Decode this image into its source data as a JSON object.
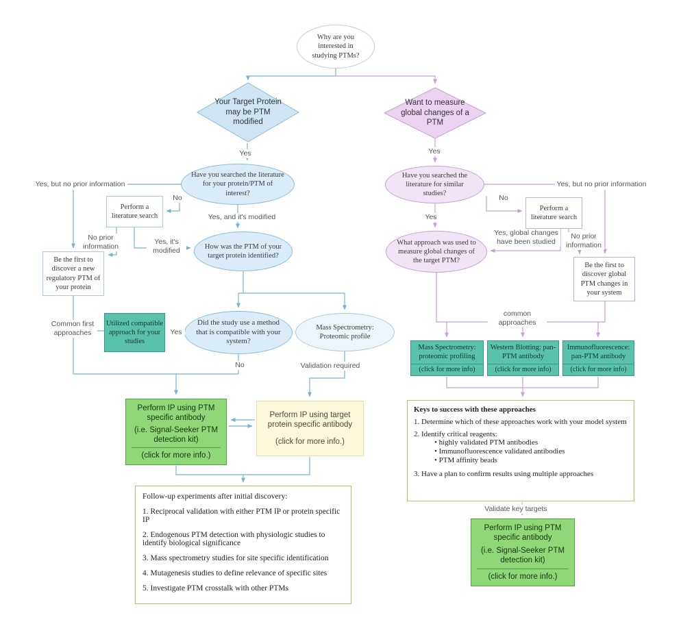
{
  "palette": {
    "line-blue": "#74b2d8",
    "line-purple": "#c89fd8",
    "fill-blue": "#d9ecf8",
    "stroke-blue": "#87bcdc",
    "fill-diamond-blue": "#cfe5f4",
    "fill-purple": "#f2e4f7",
    "stroke-purple": "#c79fd6",
    "fill-diamond-purple": "#e9d3f0",
    "fill-ms": "#eef5fa",
    "stroke-ms": "#a8c6da",
    "teal-fill": "#5ac1aa",
    "teal-stroke": "#2f9a8c",
    "green-fill": "#90d877",
    "green-stroke": "#48a43f",
    "yellow-fill": "#fbf8da",
    "yellow-stroke": "#e4dfa4",
    "olive": "#b8bd6f"
  },
  "root_question": "Why are you interested in studying PTMs?",
  "labels": {
    "yes": "Yes",
    "no": "No",
    "yes_no_prior": "Yes, but no prior information",
    "yes_and_modified": "Yes, and it's modified",
    "no_prior": "No prior information",
    "yes_its_modified": "Yes, it's modified",
    "common_first": "Common first approaches",
    "validation_required": "Validation required",
    "yes_global": "Yes, global changes have been studied",
    "common_approaches": "common approaches",
    "validate_key_targets": "Validate key targets"
  },
  "shared": {
    "literature_search": "Perform a literature search"
  },
  "left_branch": {
    "diamond": "Your Target Protein may be PTM modified",
    "q_literature": "Have you searched the literature for your protein/PTM of interest?",
    "q_identified": "How was the PTM of your target protein identified?",
    "q_compatible": "Did the study use a method that is compatible with your system?",
    "be_first": "Be the first to discover a new regulatory PTM of your protein",
    "utilized": "Utilized compatible approach for your studies",
    "ms_profile": "Mass Spectrometry: Proteomic profile",
    "green_ip": {
      "line1": "Perform IP using PTM specific antibody",
      "line2": "(i.e. Signal-Seeker PTM detection kit)",
      "line3": "(click for more info.)"
    },
    "yellow_ip": {
      "line1": "Perform IP using target protein specific antibody",
      "line2": "(click for more info.)"
    },
    "followup": {
      "title": "Follow-up experiments after initial discovery:",
      "items": [
        "1. Reciprocal validation with either PTM IP or protein specific IP",
        "2. Endogenous PTM detection with physiologic studies to identify biological significance",
        "3. Mass spectrometry studies for site specific identification",
        "4. Mutagenesis studies to define relevance of specific sites",
        "5. Investigate PTM crosstalk with other PTMs"
      ]
    }
  },
  "right_branch": {
    "diamond": "Want to measure global changes of a PTM",
    "q_literature": "Have you searched the literature for similar studies?",
    "q_approach": "What approach was used to measure global changes of the target PTM?",
    "be_first": "Be the first to discover global PTM changes in your system",
    "approaches": [
      {
        "title": "Mass Spectrometry: proteomic profiling",
        "click": "(click for more info)"
      },
      {
        "title": "Western Blotting: pan-PTM antibody",
        "click": "(click for more info)"
      },
      {
        "title": "Immunofluorescence: pan-PTM antibody",
        "click": "(click for more info)"
      }
    ],
    "keys": {
      "title": "Keys to success with these approaches",
      "items": [
        "1. Determine which of these approaches work with your model system",
        "2. Identify critical reagents:",
        "• highly validated PTM antibodies",
        "• Immunofluorescence validated antibodies",
        "• PTM affinity beads",
        "3. Have a plan to confirm results using multiple approaches"
      ]
    },
    "green_ip": {
      "line1": "Perform IP using PTM specific antibody",
      "line2": "(i.e. Signal-Seeker PTM detection kit)",
      "line3": "(click for more info.)"
    }
  }
}
